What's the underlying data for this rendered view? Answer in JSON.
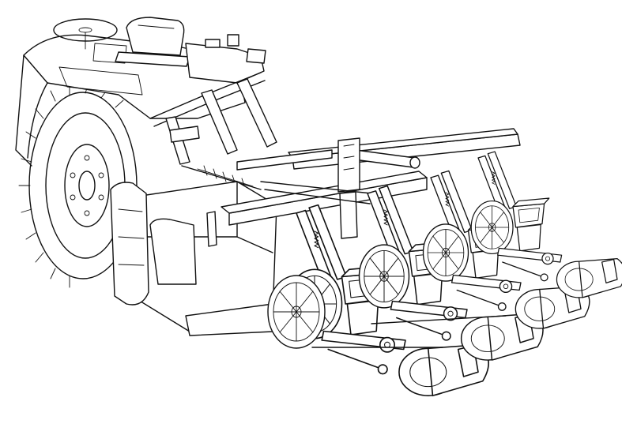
{
  "image": {
    "kind": "line-drawing",
    "subject": "tractor-with-4-row-planter",
    "colors": {
      "ink": "#111111",
      "paper": "#ffffff"
    }
  },
  "units": [
    {
      "id": "unit-1"
    },
    {
      "id": "unit-2"
    },
    {
      "id": "unit-3"
    },
    {
      "id": "unit-4"
    }
  ]
}
